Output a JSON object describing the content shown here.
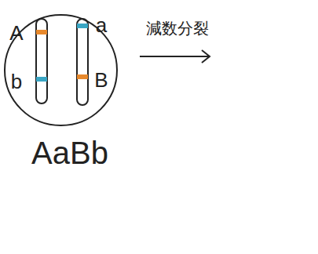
{
  "diagram": {
    "nodes": [
      {
        "text": [
          "A",
          "b",
          "a",
          "B",
          "AaBb"
        ]
      }
    ],
    "labels": [
      "減数分裂"
    ]
  }
}
